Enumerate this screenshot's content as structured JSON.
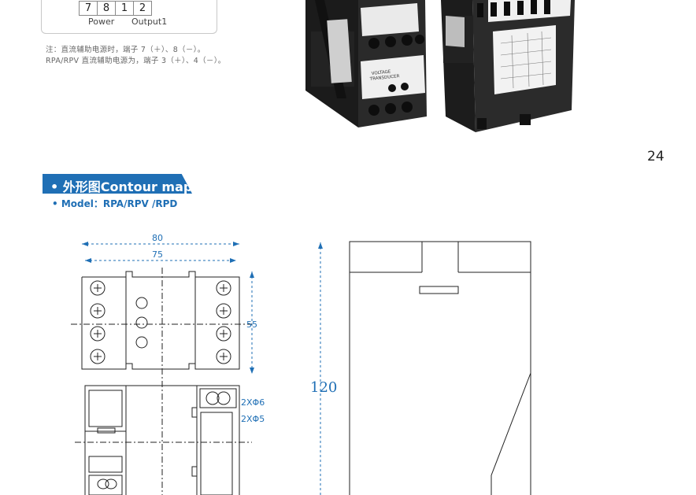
{
  "terminals": {
    "numbers": [
      "7",
      "8",
      "1",
      "2"
    ],
    "power_label": "Power",
    "output_label": "Output1"
  },
  "notes": {
    "line1": "注：直流辅助电源时，端子 7（＋）、8（－）。",
    "line2": "RPA/RPV 直流辅助电源为，端子 3（＋）、4（－）。"
  },
  "product_label": {
    "line1": "VOLTAGE",
    "line2": "TRANSDUCER"
  },
  "page_number": "24",
  "section": {
    "title": "• 外形图Contour map",
    "model": "• Model：RPA/RPV /RPD"
  },
  "dimensions": {
    "width_outer": "80",
    "width_inner": "75",
    "height_terminals": "55",
    "height_side": "120",
    "hole_large": "2XΦ6",
    "hole_small": "2XΦ5"
  },
  "colors": {
    "accent_blue": "#1f6fb5",
    "line": "#222222"
  }
}
